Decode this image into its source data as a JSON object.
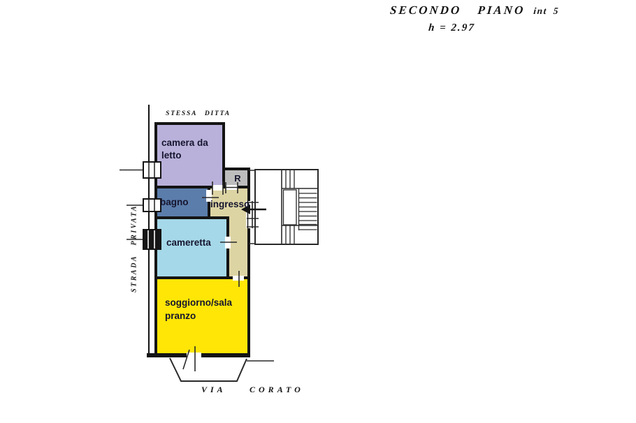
{
  "title": {
    "floor": "SECONDO PIANO",
    "unit": "int 5",
    "height_note": "h = 2.97"
  },
  "boundary_labels": {
    "top": "STESSA DITTA",
    "left_street": "STRADA PRIVATA",
    "bottom_street": "VIA CORATO"
  },
  "rooms": {
    "camera": {
      "label": "camera da letto",
      "color": "#b9b1da"
    },
    "ripostiglio): ignore": null,
    "ripostiglio": {
      "label": "R",
      "color": "#bdbdbd"
    },
    "bagno": {
      "label": "bagno",
      "color": "#5b7dab"
    },
    "ingresso": {
      "label": "ingresso",
      "color": "#ddd4a4"
    },
    "cameretta": {
      "label": "cameretta",
      "color": "#a5d8e9"
    },
    "soggiorno": {
      "label": "soggiorno/sala pranzo",
      "color": "#ffe606"
    }
  },
  "colors": {
    "wall": "#141414",
    "label_text": "#15152e"
  }
}
